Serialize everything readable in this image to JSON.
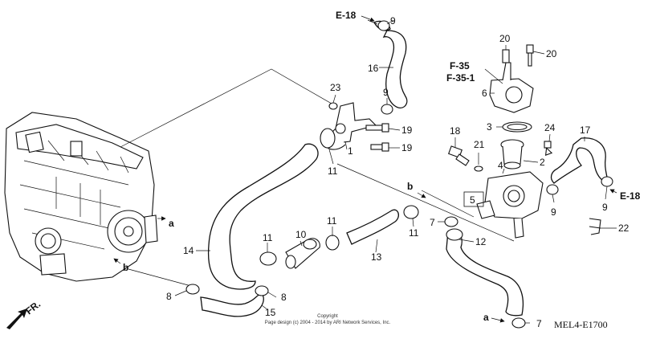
{
  "diagram": {
    "diagram_code": "MEL4-E1700",
    "copyright_line1": "Copyright",
    "copyright_line2": "Page design (c) 2004 - 2014 by ARI Network Services, Inc.",
    "front_arrow_label": "FR.",
    "refs": {
      "e18_top": "E-18",
      "e18_right": "E-18",
      "f35": "F-35",
      "f35_1": "F-35-1"
    },
    "connectors": {
      "a_engine": "a",
      "b_engine": "b",
      "b_mid": "b",
      "a_bottom": "a"
    },
    "callouts": {
      "c9_top": "9",
      "c16": "16",
      "c23": "23",
      "c9_mid": "9",
      "c1": "1",
      "c19_a": "19",
      "c19_b": "19",
      "c11_a": "11",
      "c14": "14",
      "c11_b": "11",
      "c10": "10",
      "c11_c": "11",
      "c13": "13",
      "c11_d": "11",
      "c8_a": "8",
      "c8_b": "8",
      "c15": "15",
      "c7_a": "7",
      "c12": "12",
      "c7_b": "7",
      "c20_a": "20",
      "c20_b": "20",
      "c6": "6",
      "c3": "3",
      "c18": "18",
      "c21": "21",
      "c24": "24",
      "c2": "2",
      "c4": "4",
      "c5": "5",
      "c17": "17",
      "c9_r1": "9",
      "c9_r2": "9",
      "c22": "22"
    }
  }
}
